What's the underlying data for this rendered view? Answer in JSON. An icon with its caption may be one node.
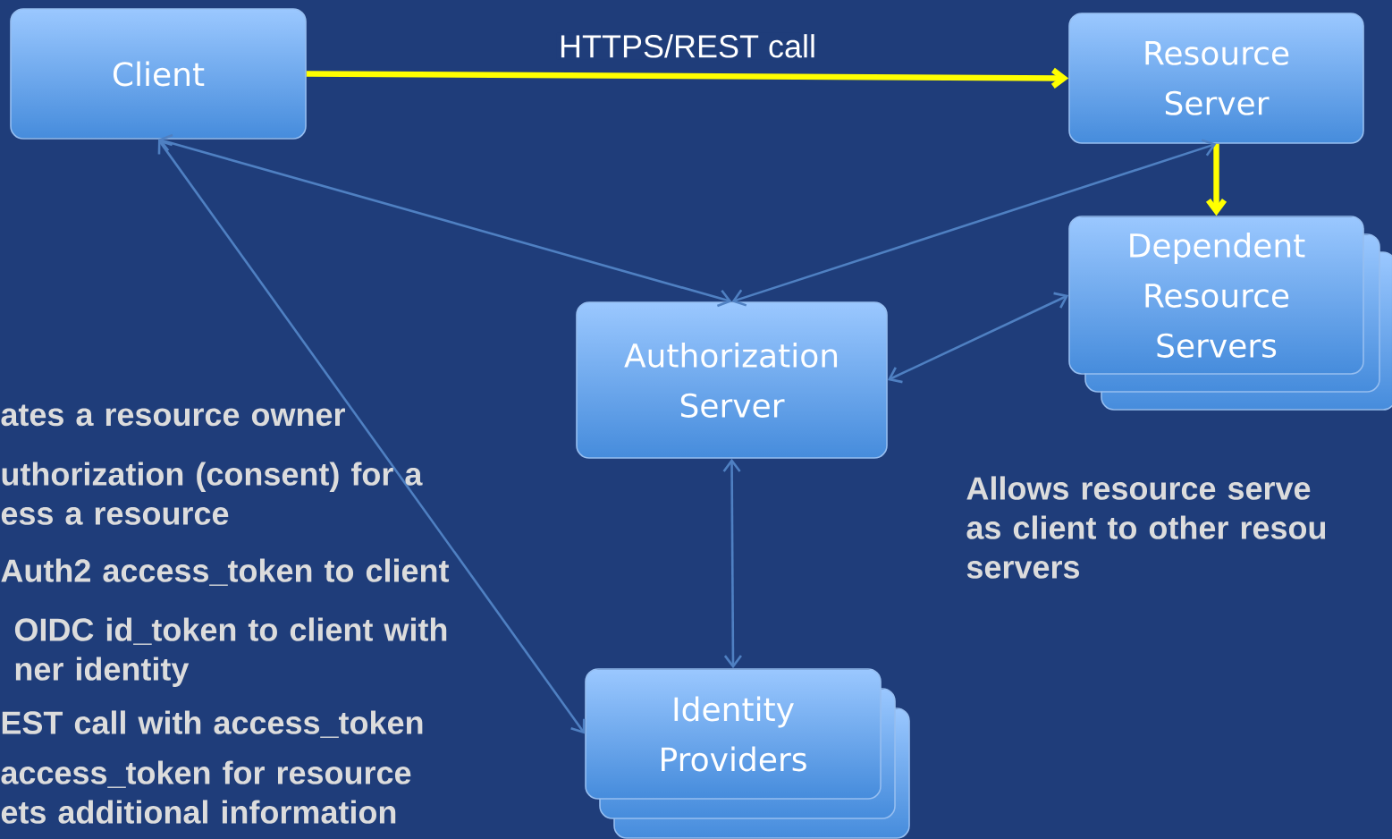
{
  "diagram": {
    "nodes": [
      {
        "text": [
          "Client"
        ]
      },
      {
        "text": [
          "Resource Server"
        ]
      },
      {
        "text": [
          "Authorization Server"
        ]
      },
      {
        "text": [
          "Dependent Resource Servers"
        ]
      },
      {
        "text": [
          "Identity Providers"
        ]
      }
    ],
    "edges": [
      {
        "from": 0,
        "to": 1,
        "arrow": "to",
        "label": "HTTPS/REST call",
        "style": "thick",
        "color": "#ffff00"
      },
      {
        "from": 1,
        "to": 3,
        "arrow": "to",
        "style": "thick",
        "color": "#ffff00"
      },
      {
        "from": 0,
        "to": 2,
        "arrow": "both"
      },
      {
        "from": 1,
        "to": 2,
        "arrow": "both"
      },
      {
        "from": 2,
        "to": 3,
        "arrow": "both"
      },
      {
        "from": 2,
        "to": 4,
        "arrow": "both"
      },
      {
        "from": 0,
        "to": 4,
        "arrow": "both"
      }
    ],
    "labels": [
      "ates a resource owner",
      "uthorization (consent) for a ess a resource",
      "Auth2 access_token to client",
      "OIDC id_token to client with ner identity",
      "EST call with access_token",
      "access_token for resource ets additional information",
      "Allows resource serve as client to other resou servers"
    ]
  }
}
